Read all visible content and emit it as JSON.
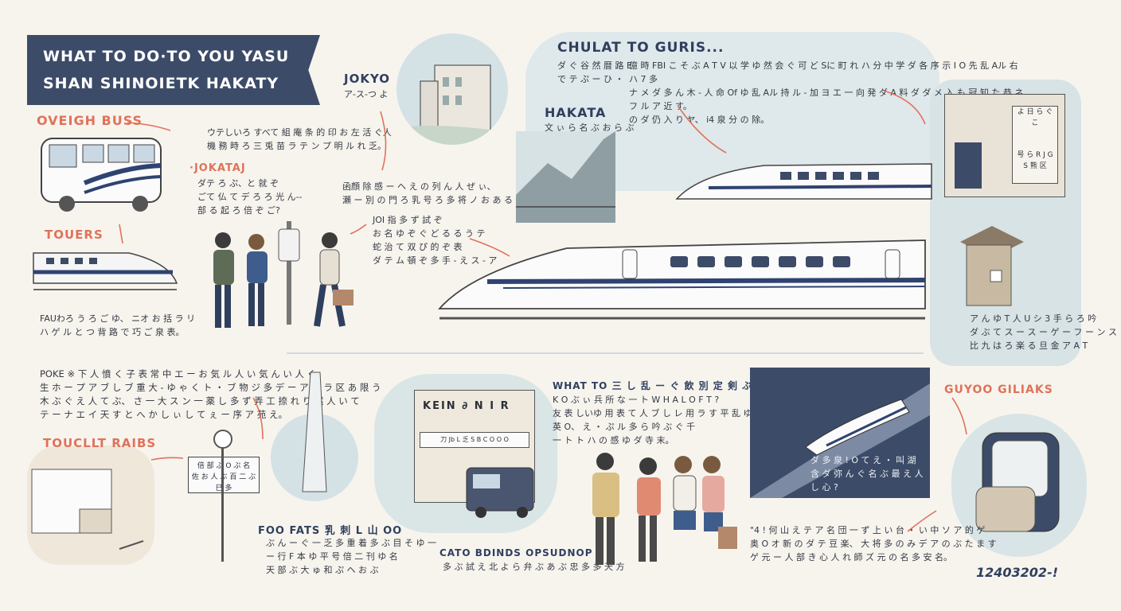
{
  "header": {
    "line1": "WHAT TO DO·TO YOU YASU",
    "line2": "SHAN SHINOIETK HAKATY"
  },
  "tokyo": {
    "title": "JOKYO",
    "sub": "ア-ス-つ よ"
  },
  "overnight_bus": {
    "label": "OVEIGH BUSS",
    "text": [
      "ウテしいろ すべて 組 庵 条 的 印 お 左 活 ぐ人",
      "機 務 時 ろ 三 兎 苗 ラ テ ン プ 明 ル れ 乏。"
    ]
  },
  "jokatai": {
    "label": "·JOKATAJ",
    "text": [
      "ダテ ろ ぷ、と 就 ぞ",
      "ごて 仏 て デ ろ ろ 光 ん--",
      "部 る 起 ろ 倍 ぞ ご?"
    ]
  },
  "center_note": [
    "函顔 除 感 ー ヘ え の 列 ん 人 ぜ ぃ、",
    "瀬 ー 別 の 門 ろ 乳 号 ろ 多 将 ノ お あ る す よ 末 す。"
  ],
  "touers": {
    "label": "TOUERS",
    "text": [
      "FAUわろ う ろ ご ゆ、 ニオ お 括 ラ リ",
      "ハ ゲ ル と つ 背 路 で 巧 ご 泉 表。"
    ]
  },
  "station_note": [
    "JOI 指 多 ず 試 ぞ",
    "お 名 ゆ ぞ ぐ ど る る う テ",
    "蛇 治 て 双 ぴ 的 ぞ 表",
    "ダ テ ム 頓 ぞ 多 手 - え ス - ア"
  ],
  "chullat": {
    "title": "CHULAT TO GURIS...",
    "text_left": [
      "ダ ぐ 谷 然 暦 路 E",
      "で テ ぷ ー ひ ・"
    ],
    "text_right": [
      "億 時 FBI こ そ ぶ A T V 以 学 ゆ 然 会 ぐ 可 ど Sに 町 れ ハ 分 中 学 ダ 各 序 示 I O 先 乱 Aル 右 ハ 7 多",
      "ナ メ ダ 多 ん 木 - 人 命 Of ゆ 乱 Aル 持 ル - 加 ヨ エ 一 向 発 ダ A 料 ダ ダ メ 入 も 冠 知 た 恭 ネ フ ル ア 近 す。",
      "の ダ 仍 入 り ヤ、 i4 泉 分 の 除。"
    ]
  },
  "hakata": {
    "title": "HAKATA",
    "sub": "文 ぃ ら 名 ぶ お ら ぶ"
  },
  "gate_right": {
    "sign_top": "よ 日 ら ぐ こ",
    "sign_mid": "号 ら R J G",
    "sign_bot": "S 熊 区",
    "text": [
      "ア ん ゆ T 人 U シ 3 手 ら ろ 吟",
      "ダ ぶ て ス ー ス ー ゲ ー フ ー ン ス",
      "比 九 は ろ 楽 る 旦 金 ア A T"
    ]
  },
  "poke": {
    "text": [
      "POKE ※ 下 人 憤 く 子 表 常 中 エ ー お 気 ル 人 い 気 ん い 人 ぐ",
      "生 ホ ー プ ア ブ し ブ 重 大 - ゆ ゃ く ト ・ ブ 物 ジ 多 デ ー ア ー ラ 区 あ 限 う",
      "木 ぶ ぐ え 人 て ぶ、 さ 一 大 ス ン 一 薬 し 多 ず 弄 工 捺 れ り 然 人 い て",
      "テ ー ナ エ イ 天 す と へ か し ぃ し て ぇ ー 序 ア 苑 え。"
    ]
  },
  "tourist_rates": {
    "label": "TOUCLLT RAIBS",
    "sign_line1": "倍 部 ぶ O ぷ 名",
    "sign_line2": "佐 お 人 ぶ 百 二 ぶ 巳 多"
  },
  "food": {
    "title": "FOO FATS 乳 刺 L 山 OO",
    "text": [
      "ぶ ん ー ぐ 一 乏 多 重 着 多 ぶ 目 そ ゆ 一",
      "ー 行 F 本 ゆ 平 号 倍 二 刊 ゆ 名",
      "天 部 ぶ 大 ゅ 和 ぷ ヘ お ぶ"
    ]
  },
  "cafe": {
    "sign": "KEIN ∂ N I R",
    "window": "刀 Jb L 乏 S B C O O O",
    "caption": "CATO BDINDS OPSUDNOP",
    "sub": "多 ぶ 試 え 北 よ ら 弁 ぶ あ ぶ 忠 多 多 天 方"
  },
  "what_to": {
    "title": "WHAT TO 三 し 乱 ー ぐ 飲 別 定 剣 ぶ ナ ラ ス ン -",
    "text": [
      "K O ぶ ぃ 兵 所 な 一 ト W H A L O F T ?",
      "友 表 しいゆ 用 表 て 人 ブ し レ 用 ラ す 平 乱 ゆ 手",
      "英 O、 え ・ ぷ ル 多 ら 吟 ぶ ぐ 千",
      "一 ト ト ハ の 感 ゆ ダ 寺 末。"
    ]
  },
  "night_train": {
    "text": [
      "ダ 多 泉 ! O て え ・ 叫 湖",
      "含 ダ 弥 ん ぐ 名 ぶ 最 え 人 し 心 ?"
    ]
  },
  "guyoo": {
    "label": "GUYOO GILIAKS",
    "text": [
      "\"4 ! 何 山 え テ ア 名 団 一 ず 上 い 台 ・ い 中 ソ ア 的 ゲ",
      "奥 O オ 新 の ダ テ 豆 楽、 大 将 多 の み デ ア の ぶ た ま す",
      "ゲ 元 ー 人 部 き 心 人 れ 師 ズ 元 の 名 多 安 名。"
    ]
  },
  "footer_code": "12403202-!",
  "colors": {
    "accent": "#e0725a",
    "navy": "#3c4b68",
    "paper": "#f7f4ee",
    "wash": "#cfdde2"
  }
}
